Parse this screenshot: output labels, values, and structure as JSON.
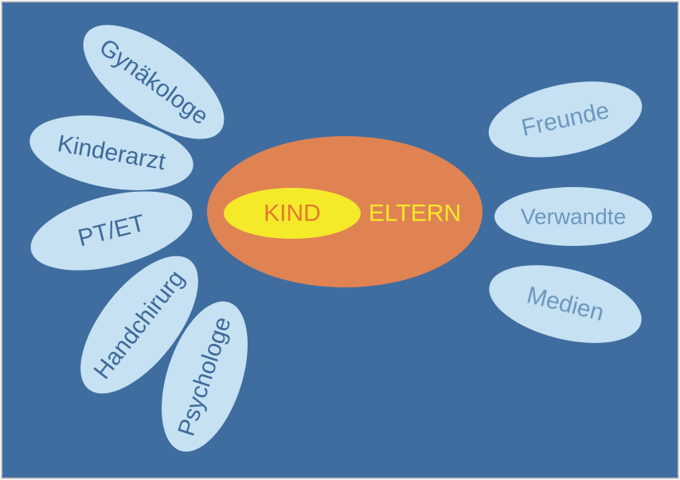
{
  "colors": {
    "background": "#3f6d9f",
    "frame": "#c9c9c9",
    "petal_fill": "#c5e1f2",
    "petal_text_left": "#3f6a99",
    "petal_text_right": "#6e97bf",
    "center_fill": "#e08353",
    "inner_fill": "#f5ea2a",
    "kind_text": "#e07b2e",
    "eltern_text": "#f5ea2a"
  },
  "center": {
    "inner_label": "KIND",
    "outer_label": "ELTERN"
  },
  "left_nodes": [
    {
      "label": "Gynäkologe"
    },
    {
      "label": "Kinderarzt"
    },
    {
      "label": "PT/ET"
    },
    {
      "label": "Handchirurg"
    },
    {
      "label": "Psychologe"
    }
  ],
  "right_nodes": [
    {
      "label": "Freunde"
    },
    {
      "label": "Verwandte"
    },
    {
      "label": "Medien"
    }
  ]
}
